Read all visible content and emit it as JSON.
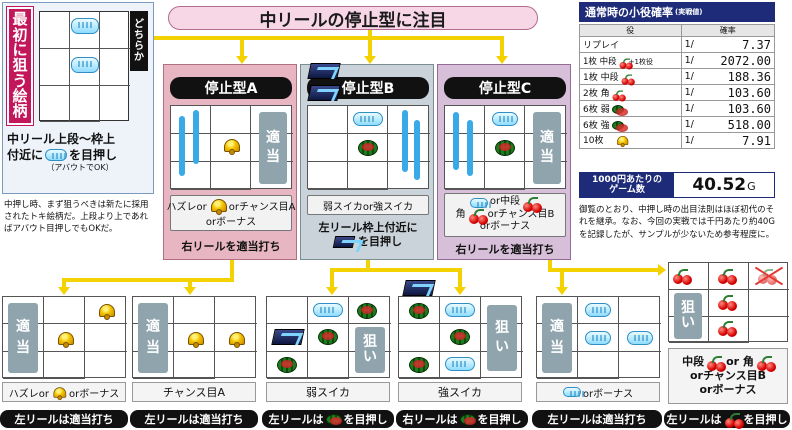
{
  "header": {
    "title": "中リールの停止型に注目"
  },
  "left_panel": {
    "vertical_title": [
      "最",
      "初",
      "に",
      "狙",
      "う",
      "絵",
      "柄"
    ],
    "either_label": [
      "ど",
      "ち",
      "ら",
      "か"
    ],
    "caption_line1": "中リール上段～枠上",
    "caption_line2_a": "付近に",
    "caption_line2_b": "を目押し",
    "note": "（アバウトでOK）",
    "desc": "中押し時、まず狙うべきは新たに採用されたトキ絵柄だ。上段より上であればアバウト目押しでもOKだ。"
  },
  "patterns": [
    {
      "title": "停止型A",
      "tag": [
        "適",
        "当"
      ],
      "result_a": "ハズレor",
      "result_b": "orチャンス目A",
      "result_c": "orボーナス",
      "instruction": "右リールを適当打ち"
    },
    {
      "title": "停止型B",
      "result": "弱スイカor強スイカ",
      "instruction_1": "左リール枠上付近に",
      "instruction_2": "を目押し"
    },
    {
      "title": "停止型C",
      "tag": [
        "適",
        "当"
      ],
      "result_1a": "or中段",
      "result_2a": "角",
      "result_2b": "orチャンス目B",
      "result_3": "orボーナス",
      "instruction": "右リールを適当打ち"
    }
  ],
  "bottom": [
    {
      "label": "ハズレor",
      "label_b": "orボーナス",
      "tag": [
        "適",
        "当"
      ],
      "instruction": "左リールは適当打ち"
    },
    {
      "label": "チャンス目A",
      "tag": [
        "適",
        "当"
      ],
      "instruction": "左リールは適当打ち"
    },
    {
      "label": "弱スイカ",
      "tag": [
        "狙",
        "い"
      ],
      "instruction_a": "左リールは",
      "instruction_b": "を目押し"
    },
    {
      "label": "強スイカ",
      "tag": [
        "狙",
        "い"
      ],
      "instruction_a": "右リールは",
      "instruction_b": "を目押し"
    },
    {
      "label": "orボーナス",
      "tag": [
        "適",
        "当"
      ],
      "instruction": "左リールは適当打ち"
    },
    {
      "label_1": "中段",
      "label_1b": "or 角",
      "label_2": "orチャンス目B",
      "label_3": "orボーナス",
      "tag": [
        "狙",
        "い"
      ],
      "instruction_a": "左リールは",
      "instruction_b": "を目押し"
    }
  ],
  "probability": {
    "title": "通常時の小役確率",
    "title_note": "(実戦値)",
    "col_role": "役",
    "col_prob": "確率",
    "rows": [
      {
        "role": "リプレイ",
        "num": "1/",
        "den": "7.37"
      },
      {
        "role": "1枚 中段",
        "extra": "+1枚役",
        "num": "1/",
        "den": "2072.00"
      },
      {
        "role": "1枚 中段",
        "num": "1/",
        "den": "188.36"
      },
      {
        "role": "2枚 角",
        "num": "1/",
        "den": "103.60"
      },
      {
        "role": "6枚 弱",
        "num": "1/",
        "den": "103.60"
      },
      {
        "role": "6枚 強",
        "num": "1/",
        "den": "518.00"
      },
      {
        "role": "10枚",
        "num": "1/",
        "den": "7.91"
      }
    ],
    "games_label_1": "1000円あたりの",
    "games_label_2": "ゲーム数",
    "games_value": "40.52",
    "games_unit": "G",
    "desc": "御覧のとおり、中押し時の出目法則はほぼ初代のそれを継承。なお、今回の実戦では千円あたり約40Gを記録したが、サンプルが少ないため参考程度に。"
  },
  "colors": {
    "header_bg": "#f7d7e6",
    "panel_a": "#e8b6c2",
    "panel_b": "#c9d3d9",
    "panel_c": "#d7bfd9",
    "arrow": "#f4d100",
    "navy": "#1d2b78"
  }
}
